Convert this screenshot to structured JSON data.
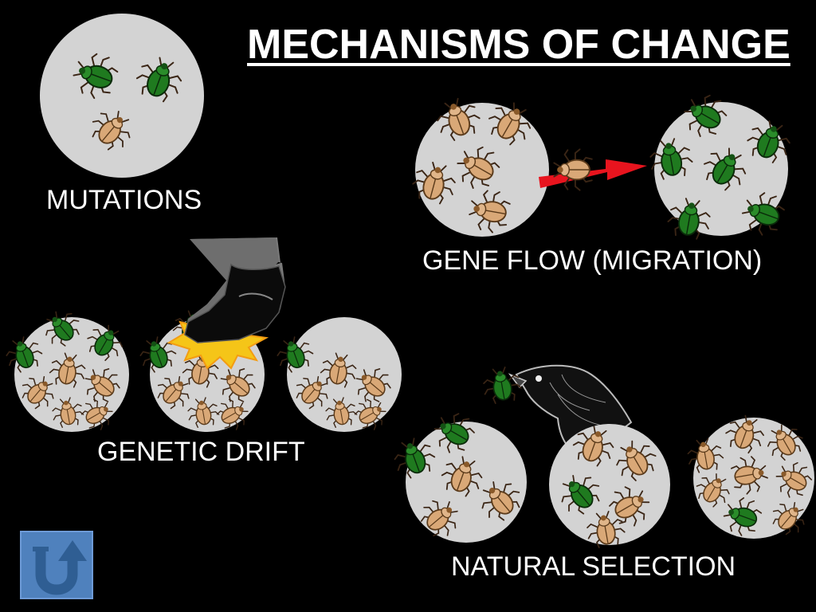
{
  "slide": {
    "title": "MECHANISMS OF CHANGE",
    "labels": {
      "mutations": "MUTATIONS",
      "gene_flow": "GENE FLOW (MIGRATION)",
      "genetic_drift": "GENETIC DRIFT",
      "natural_selection": "NATURAL SELECTION"
    }
  },
  "colors": {
    "background": "#000000",
    "circle": "#d3d3d3",
    "green_beetle": "#1f7a1f",
    "tan_beetle": "#d9a877",
    "arrow": "#e8141e",
    "button": "#4f81bd"
  },
  "icons": {
    "back_button": "u-turn-arrow-icon"
  }
}
